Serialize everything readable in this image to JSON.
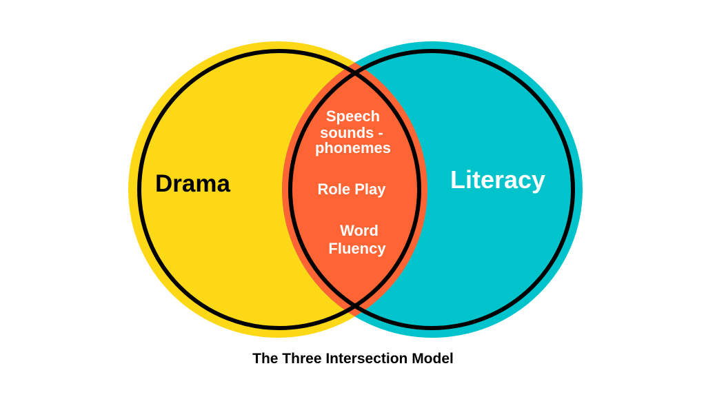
{
  "diagram": {
    "left_set": {
      "label": "Drama",
      "color": "#FDD816"
    },
    "right_set": {
      "label": "Literacy",
      "color": "#00C3CB"
    },
    "intersection": {
      "color": "#FE6434",
      "items": [
        {
          "lines": [
            "Speech",
            "sounds -",
            "phonemes"
          ]
        },
        {
          "lines": [
            "Role Play"
          ]
        },
        {
          "lines": [
            "Word",
            "Fluency"
          ]
        }
      ]
    },
    "outline_color": "#000000",
    "caption": "The Three Intersection Model"
  }
}
